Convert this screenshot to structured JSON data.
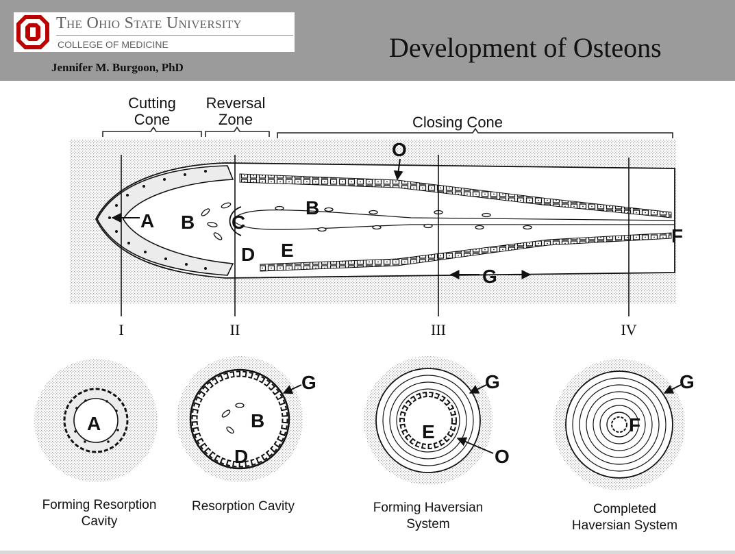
{
  "header": {
    "university": "The Ohio State University",
    "college": "COLLEGE OF MEDICINE",
    "author": "Jennifer M. Burgoon, PhD",
    "title": "Development of Osteons",
    "bar_color": "#9b9b9b",
    "logo_color": "#bb0000"
  },
  "diagram": {
    "zones": {
      "cutting": [
        "Cutting",
        "Cone"
      ],
      "reversal": [
        "Reversal",
        "Zone"
      ],
      "closing": "Closing Cone"
    },
    "letters": {
      "A": "A",
      "B": "B",
      "C": "C",
      "D": "D",
      "E": "E",
      "F": "F",
      "G": "G",
      "O": "O"
    },
    "sections": [
      "I",
      "II",
      "III",
      "IV"
    ]
  },
  "captions": {
    "c1": [
      "Forming Resorption",
      "Cavity"
    ],
    "c2": [
      "Resorption Cavity"
    ],
    "c3": [
      "Forming Haversian",
      "System"
    ],
    "c4": [
      "Completed",
      "Haversian System"
    ]
  }
}
